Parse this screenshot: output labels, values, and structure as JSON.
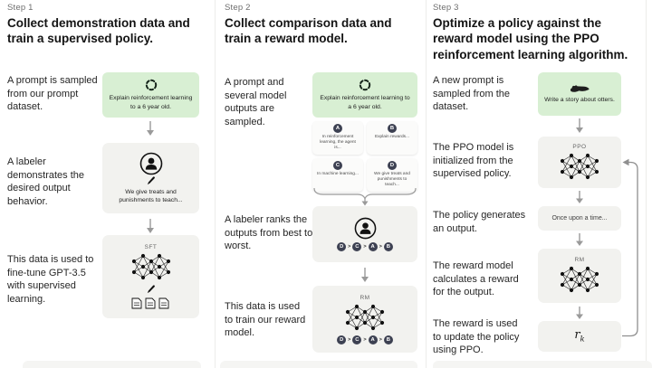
{
  "steps": [
    {
      "label": "Step 1",
      "heading": "Collect demonstration data and train a supervised policy.",
      "prompt_text": "A prompt is sampled from our prompt dataset.",
      "prompt_box": "Explain reinforcement learning to a 6 year old.",
      "labeler_text": "A labeler demonstrates the desired output behavior.",
      "labeler_box": "We give treats and punishments to teach...",
      "train_text": "This data is used to fine-tune GPT-3.5 with supervised learning.",
      "model_label": "SFT"
    },
    {
      "label": "Step 2",
      "heading": "Collect comparison data and train a reward model.",
      "prompt_text": "A prompt and several model outputs are sampled.",
      "prompt_box": "Explain reinforcement learning to a 6 year old.",
      "outputs": [
        {
          "id": "A",
          "text": "In reinforcement learning, the agent is..."
        },
        {
          "id": "B",
          "text": "Explain rewards..."
        },
        {
          "id": "C",
          "text": "In machine learning..."
        },
        {
          "id": "D",
          "text": "We give treats and punishments to teach..."
        }
      ],
      "rank_text": "A labeler ranks the outputs from best to worst.",
      "ranking": [
        "D",
        "C",
        "A",
        "B"
      ],
      "rank_separator": ">",
      "train_text": "This data is used to train our reward model.",
      "model_label": "RM"
    },
    {
      "label": "Step 3",
      "heading": "Optimize a policy against the reward model using the PPO reinforcement learning algorithm.",
      "prompt_text": "A new prompt is sampled from the dataset.",
      "prompt_box": "Write a story about otters.",
      "ppo_text": "The PPO model is initialized from the supervised policy.",
      "ppo_label": "PPO",
      "output_text": "The policy generates an output.",
      "output_box": "Once upon a time...",
      "reward_text": "The reward model calculates a reward for the output.",
      "rm_label": "RM",
      "update_text": "The reward is used to update the policy using PPO.",
      "reward_symbol_base": "r",
      "reward_symbol_sub": "k"
    }
  ],
  "colors": {
    "prompt_green": "#d8efd3",
    "card_gray": "#f2f2ef",
    "badge_dark": "#3d4152",
    "arrow_gray": "#9a9a9a",
    "divider": "#ececea"
  }
}
